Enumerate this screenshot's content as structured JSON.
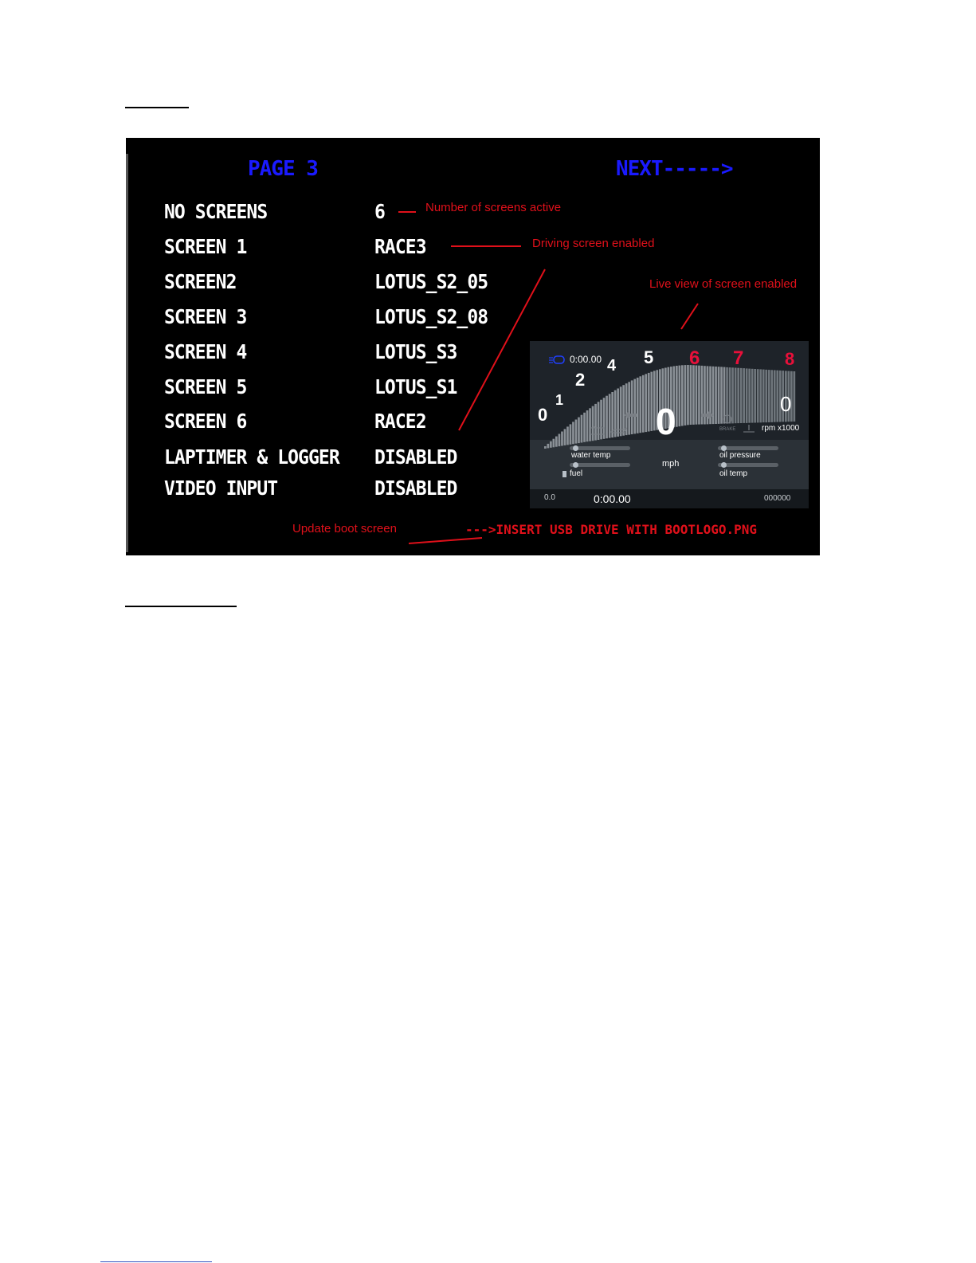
{
  "screen": {
    "page_title": "PAGE 3",
    "next_label": "NEXT----->",
    "settings": [
      {
        "label": "NO SCREENS",
        "value": "6"
      },
      {
        "label": "SCREEN 1",
        "value": "RACE3"
      },
      {
        "label": "SCREEN2",
        "value": "LOTUS_S2_05"
      },
      {
        "label": "SCREEN 3",
        "value": "LOTUS_S2_08"
      },
      {
        "label": "SCREEN 4",
        "value": "LOTUS_S3"
      },
      {
        "label": "SCREEN 5",
        "value": "LOTUS_S1"
      },
      {
        "label": "SCREEN 6",
        "value": "RACE2"
      },
      {
        "label": "LAPTIMER & LOGGER",
        "value": "DISABLED"
      },
      {
        "label": "VIDEO INPUT",
        "value": "DISABLED"
      }
    ],
    "boot_prompt": "--->INSERT USB DRIVE WITH BOOTLOGO.PNG"
  },
  "annotations": {
    "screens_active": "Number of screens active",
    "driving_screen": "Driving screen enabled",
    "live_view": "Live view of screen enabled",
    "boot_screen": "Update boot screen"
  },
  "dash": {
    "lap_time": "0:00.00",
    "rpm_labels": [
      "0",
      "1",
      "2",
      "4",
      "5",
      "6",
      "7",
      "8"
    ],
    "speed": "0",
    "gear": "0",
    "rpm_unit": "rpm x1000",
    "speed_unit": "mph",
    "water_temp": "water temp",
    "fuel": "fuel",
    "oil_pressure": "oil pressure",
    "oil_temp": "oil temp",
    "brake": "BRAKE",
    "trip": "0.0",
    "bottom_time": "0:00.00",
    "odometer": "000000"
  },
  "colors": {
    "lcd_white": "#ffffff",
    "lcd_blue": "#1a1aff",
    "annotation_red": "#e0101a",
    "redline": "#e8103a"
  }
}
